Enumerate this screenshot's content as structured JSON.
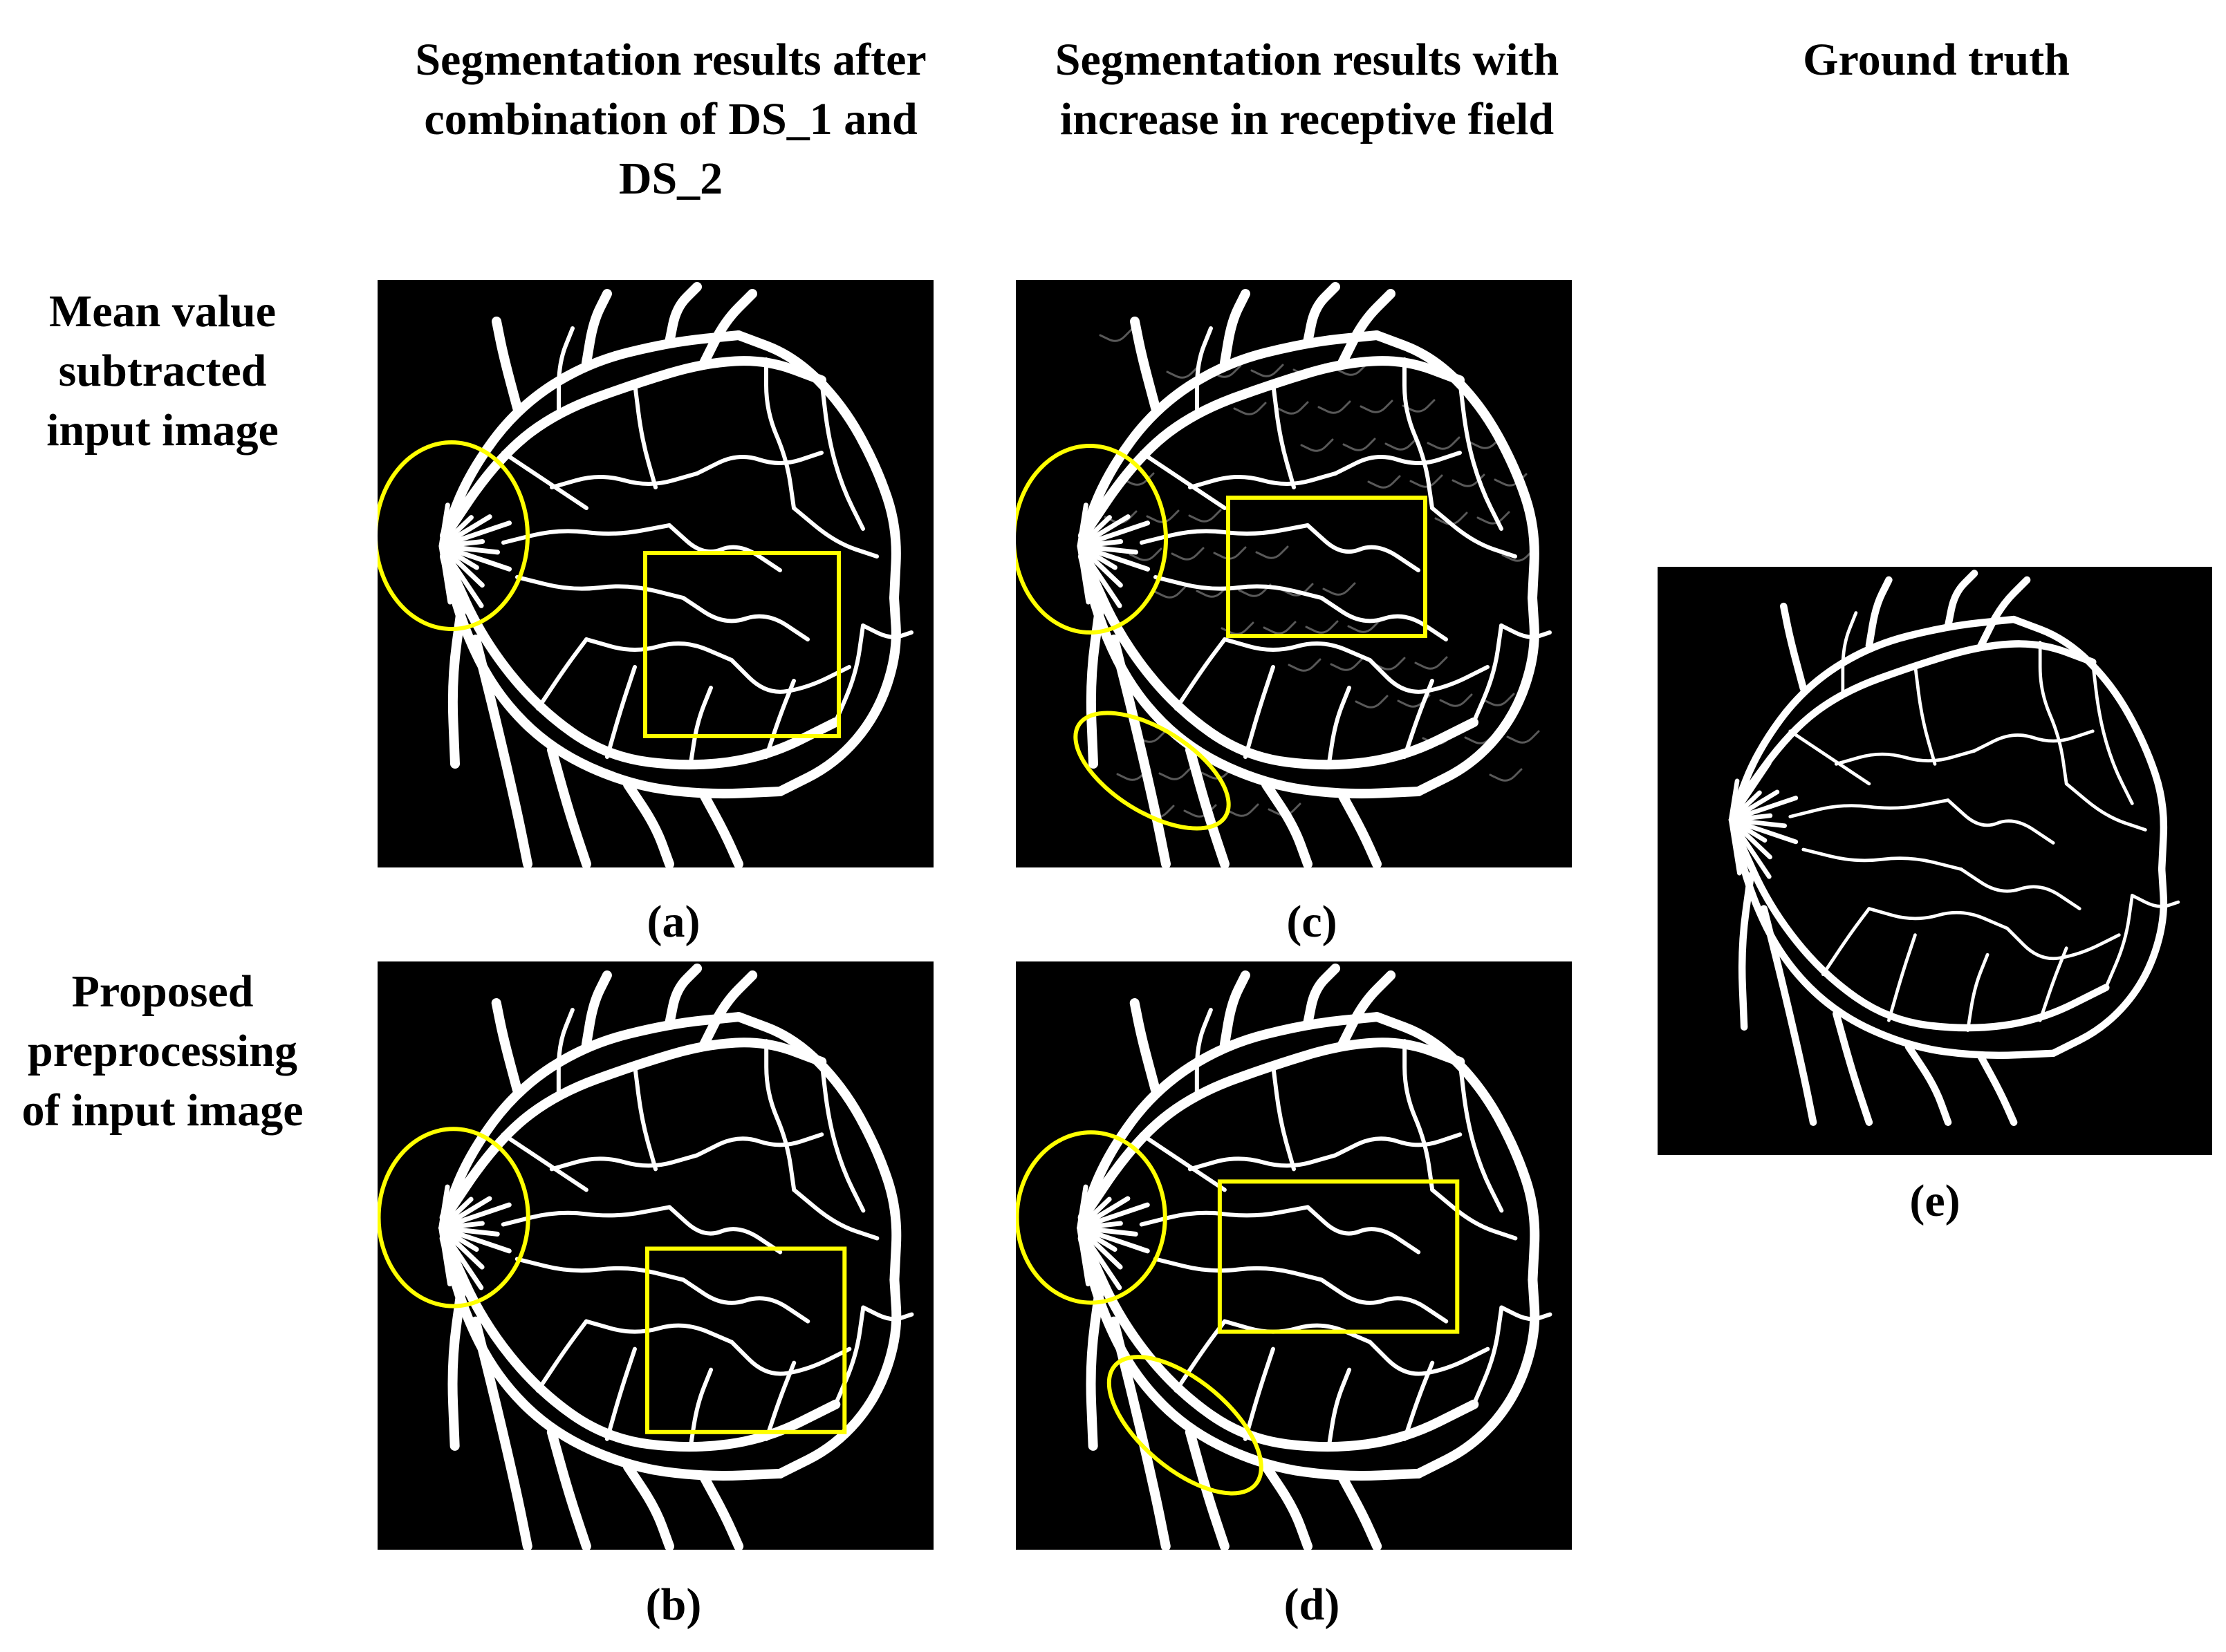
{
  "columns": {
    "col1": "Segmentation  results after\ncombination of DS_1 and\nDS_2",
    "col2": "Segmentation  results with\nincrease in receptive field",
    "col3": "Ground truth"
  },
  "rows": {
    "row1": "Mean value\nsubtracted\ninput image",
    "row2": "Proposed\npreprocessing\nof input image"
  },
  "captions": {
    "a": "(a)",
    "b": "(b)",
    "c": "(c)",
    "d": "(d)",
    "e": "(e)"
  },
  "colors": {
    "background": "#000000",
    "vessel": "#ffffff",
    "highlight": "#ffff00"
  }
}
